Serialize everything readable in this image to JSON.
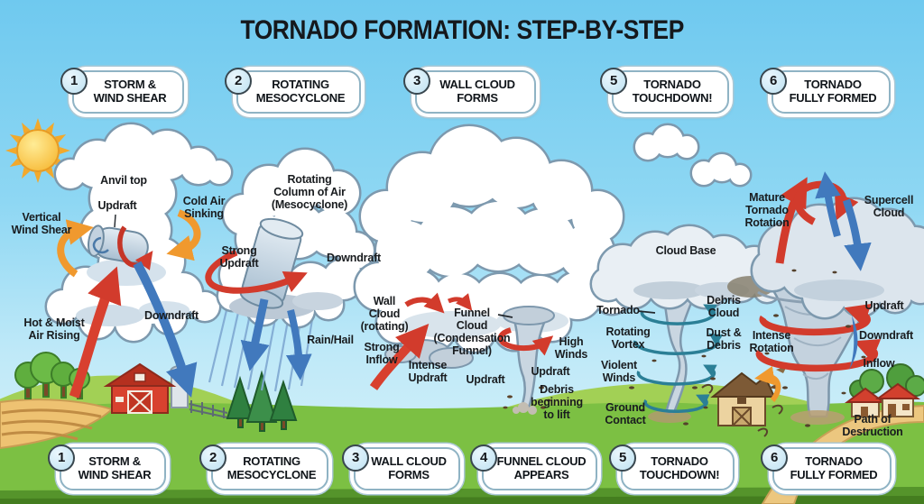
{
  "title": "TORNADO FORMATION: STEP-BY-STEP",
  "top_steps": [
    {
      "num": "1",
      "label": "STORM &\nWIND SHEAR"
    },
    {
      "num": "2",
      "label": "ROTATING\nMESOCYCLONE"
    },
    {
      "num": "3",
      "label": "WALL CLOUD\nFORMS"
    },
    {
      "num": "5",
      "label": "TORNADO\nTOUCHDOWN!"
    },
    {
      "num": "6",
      "label": "TORNADO\nFULLY FORMED"
    }
  ],
  "bottom_steps": [
    {
      "num": "1",
      "label": "STORM &\nWIND SHEAR"
    },
    {
      "num": "2",
      "label": "ROTATING\nMESOCYCLONE"
    },
    {
      "num": "3",
      "label": "WALL CLOUD\nFORMS"
    },
    {
      "num": "4",
      "label": "FUNNEL CLOUD\nAPPEARS"
    },
    {
      "num": "5",
      "label": "TORNADO\nTOUCHDOWN!"
    },
    {
      "num": "6",
      "label": "TORNADO\nFULLY FORMED"
    }
  ],
  "scene_labels": {
    "s1": {
      "anvil_top": "Anvil top",
      "updraft": "Updraft",
      "cold_air": "Cold Air\nSinking",
      "wind_shear": "Vertical\nWind Shear",
      "hot_moist": "Hot & Moist\nAir Rising",
      "downdraft": "Downdraft"
    },
    "s2": {
      "rotating_column": "Rotating\nColumn of Air\n(Mesocyclone)",
      "strong_updraft": "Strong\nUpdraft",
      "downdraft": "Downdraft",
      "rain_hail": "Rain/Hail"
    },
    "s3": {
      "wall_cloud": "Wall\nCloud\n(rotating)",
      "strong_inflow": "Strong\nInflow",
      "intense_updraft": "Intense\nUpdraft"
    },
    "s4": {
      "funnel_cloud": "Funnel\nCloud\n(Condensation\nFunnel)",
      "updraft_left": "Updraft",
      "high_winds": "High\nWinds",
      "updraft_right": "Updraft",
      "debris_lift": "Debris\nbeginning\nto lift"
    },
    "s5": {
      "cloud_base": "Cloud Base",
      "tornado": "Tornado",
      "rotating_vortex": "Rotating\nVortex",
      "violent_winds": "Violent\nWinds",
      "ground_contact": "Ground\nContact",
      "debris_cloud": "Debris\nCloud",
      "dust_debris": "Dust &\nDebris"
    },
    "s6": {
      "mature_rotation": "Mature\nTornado\nRotation",
      "supercell": "Supercell\nCloud",
      "updraft": "Updraft",
      "intense_rotation": "Intense\nRotation",
      "downdraft": "Downdraft",
      "inflow": "Inflow",
      "path_destruction": "Path of\nDestruction"
    }
  },
  "colors": {
    "arrow_red": "#d23b2c",
    "arrow_blue": "#4179bd",
    "arrow_orange": "#f0992e",
    "vortex_teal": "#2b7f96",
    "sky": "#8ed7f3",
    "grass": "#7cc043",
    "cloud_outline": "#7d99ae"
  }
}
